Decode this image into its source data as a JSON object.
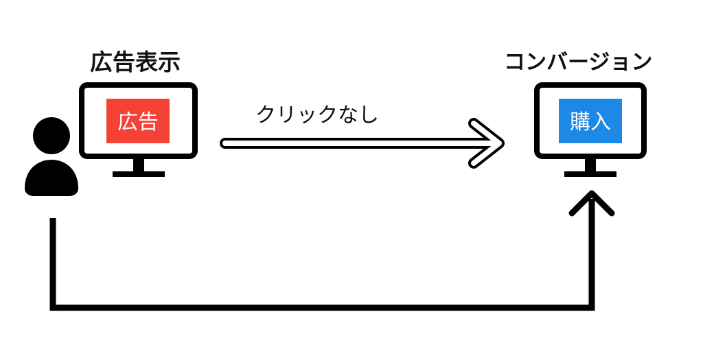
{
  "left": {
    "label": "広告表示",
    "screen_text": "広告",
    "screen_color": "#f44336"
  },
  "right": {
    "label": "コンバージョン",
    "screen_text": "購入",
    "screen_color": "#1e88e5"
  },
  "arrow_label": "クリックなし",
  "icons": {
    "user": "user-icon",
    "monitor": "monitor-icon"
  },
  "colors": {
    "line": "#000000",
    "background": "#ffffff"
  }
}
